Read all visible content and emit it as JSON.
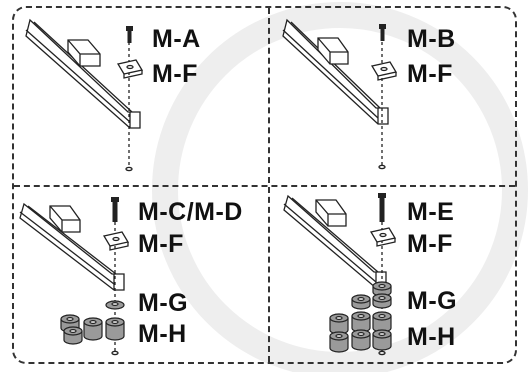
{
  "panels": [
    {
      "labels": [
        "M-A",
        "M-F"
      ]
    },
    {
      "labels": [
        "M-B",
        "M-F"
      ]
    },
    {
      "labels": [
        "M-C/M-D",
        "M-F",
        "M-G",
        "M-H"
      ]
    },
    {
      "labels": [
        "M-E",
        "M-F",
        "M-G",
        "M-H"
      ]
    }
  ],
  "colors": {
    "line": "#222222",
    "watermark": "#eeeeee",
    "washer": "#9a9a9a"
  }
}
